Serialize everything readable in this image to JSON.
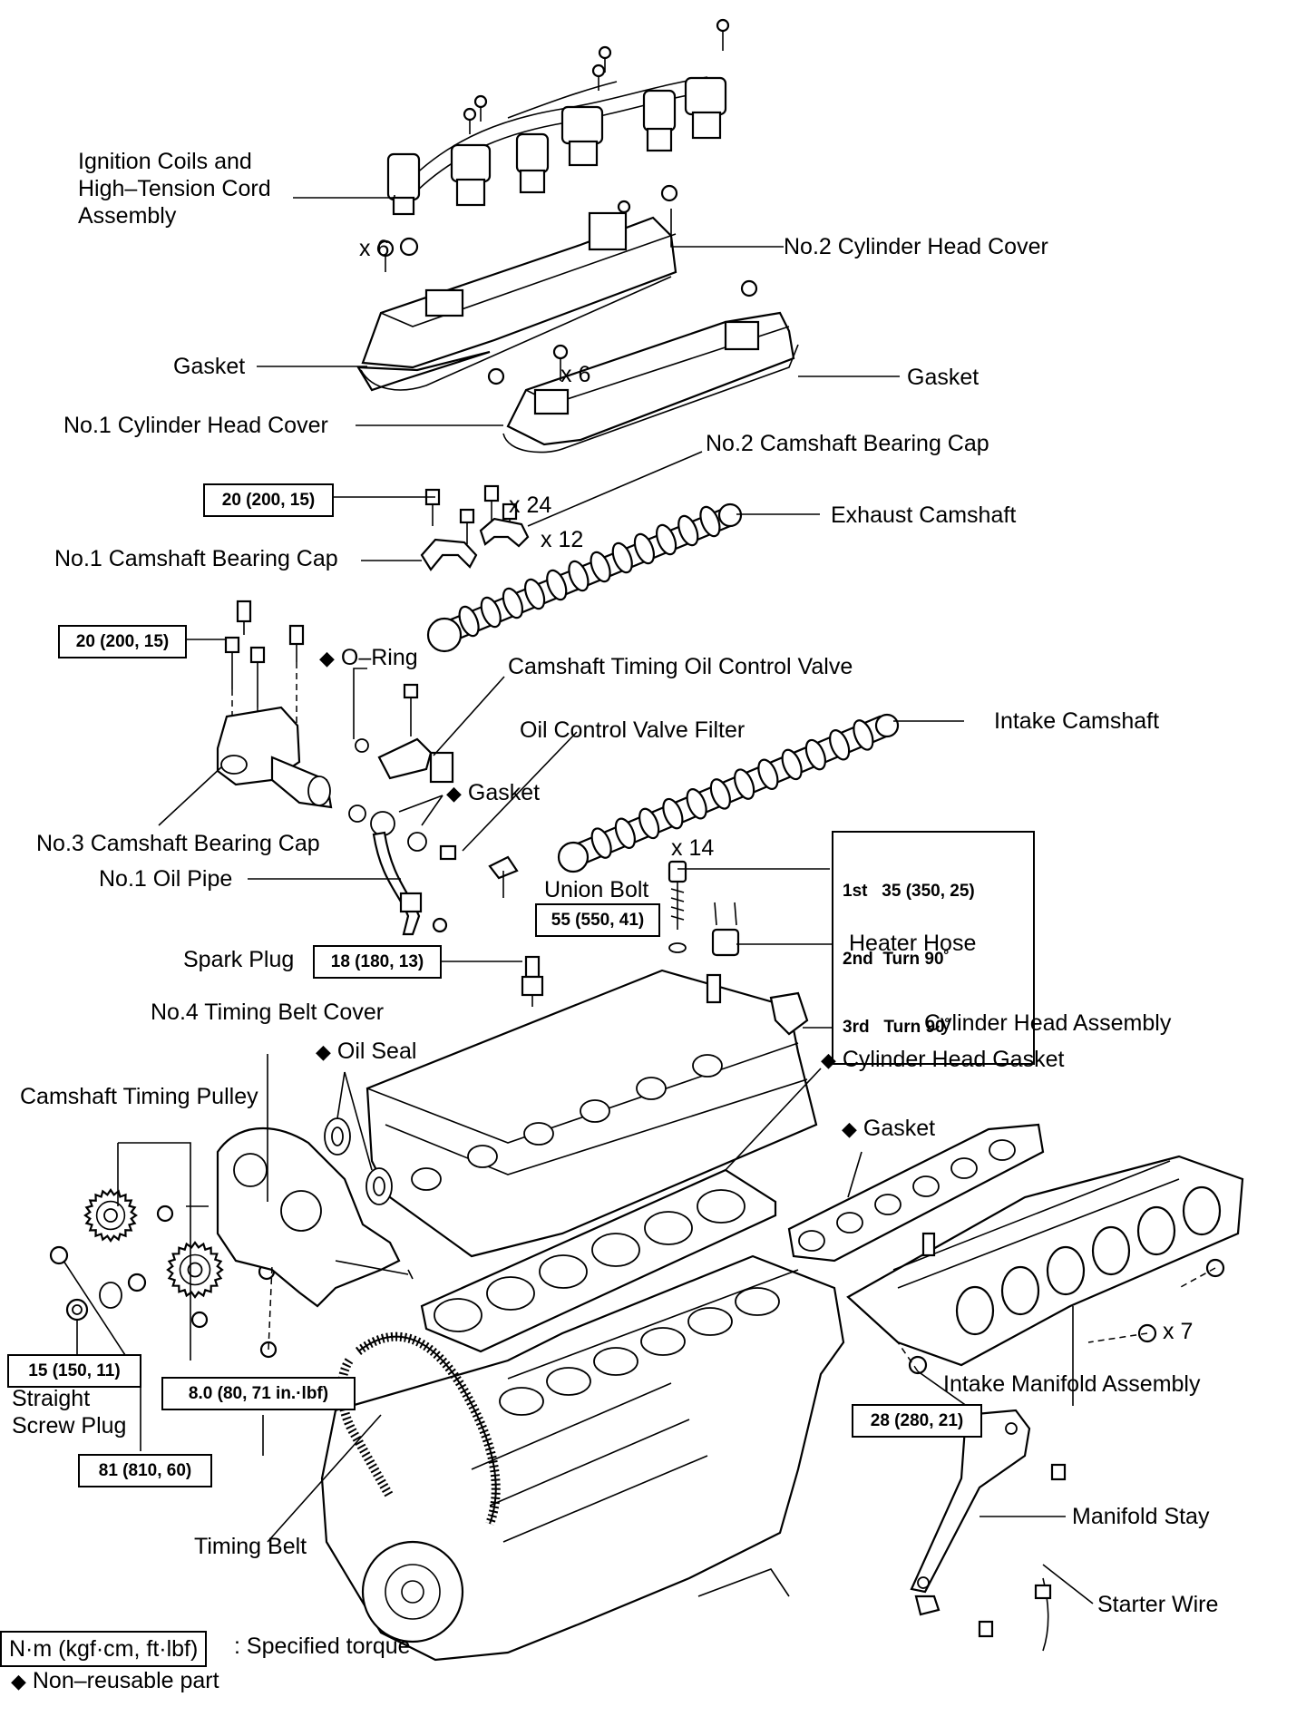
{
  "labels": {
    "ignition_coils": "Ignition Coils and\nHigh–Tension Cord\nAssembly",
    "no2_cyl_head_cover": "No.2 Cylinder Head Cover",
    "gasket_left": "Gasket",
    "gasket_right": "Gasket",
    "no1_cyl_head_cover": "No.1 Cylinder Head Cover",
    "no2_cam_bearing_cap": "No.2 Camshaft Bearing Cap",
    "exhaust_camshaft": "Exhaust Camshaft",
    "no1_cam_bearing_cap": "No.1 Camshaft Bearing Cap",
    "o_ring": "O–Ring",
    "cam_timing_ocv": "Camshaft Timing Oil Control Valve",
    "ocv_filter": "Oil Control Valve Filter",
    "intake_camshaft": "Intake Camshaft",
    "gasket_ocv": "Gasket",
    "no3_cam_bearing_cap": "No.3 Camshaft Bearing Cap",
    "no1_oil_pipe": "No.1 Oil Pipe",
    "union_bolt": "Union Bolt",
    "heater_hose": "Heater Hose",
    "spark_plug": "Spark Plug",
    "no4_timing_belt_cover": "No.4 Timing Belt Cover",
    "cyl_head_assembly": "Cylinder Head Assembly",
    "oil_seal": "Oil Seal",
    "cyl_head_gasket": "Cylinder Head Gasket",
    "cam_timing_pulley": "Camshaft Timing Pulley",
    "gasket_manifold": "Gasket",
    "straight_screw_plug": "Straight\nScrew Plug",
    "intake_manifold_assembly": "Intake Manifold Assembly",
    "manifold_stay": "Manifold Stay",
    "timing_belt": "Timing Belt",
    "starter_wire": "Starter Wire"
  },
  "quantities": {
    "coil_bolts": "x 6",
    "cover_nuts": "x 6",
    "cap_bolts": "x 24",
    "caps": "x 12",
    "head_bolts": "x 14",
    "manifold_bolts": "x 7"
  },
  "torques": {
    "cap_bolt": "20 (200, 15)",
    "no3_cap_bolt": "20 (200, 15)",
    "union_bolt": "55 (550, 41)",
    "spark_plug": "18 (180, 13)",
    "screw_plug": "15 (150, 11)",
    "cover_bolt": "8.0 (80, 71 in.·lbf)",
    "pulley_bolt": "81 (810, 60)",
    "manifold_bolt": "28 (280, 21)"
  },
  "head_bolt_torque": {
    "line1": "1st   35 (350, 25)",
    "line2": "2nd  Turn 90˚",
    "line3": "3rd   Turn 90˚"
  },
  "legend": {
    "torque_unit": "N·m (kgf·cm, ft·lbf)",
    "torque_desc": ": Specified torque",
    "nonreusable_symbol": "◆",
    "nonreusable_desc": "Non–reusable part"
  }
}
